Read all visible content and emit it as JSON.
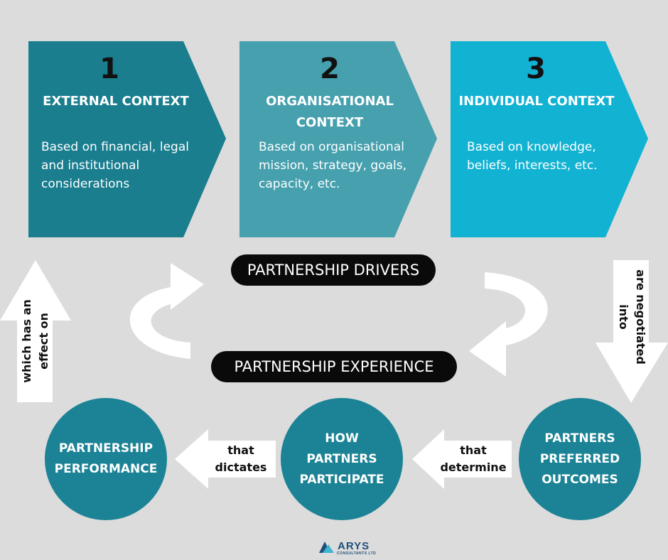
{
  "colors": {
    "background": "#dcdcdc",
    "chevron_1": "#1a7e8f",
    "chevron_2": "#46a0ae",
    "chevron_3": "#12b2d3",
    "circle": "#1b8395",
    "pill": "#0a0a0a",
    "arrow": "#ffffff"
  },
  "contexts": [
    {
      "number": "1",
      "title": "EXTERNAL CONTEXT",
      "desc": "Based on financial, legal and institutional considerations"
    },
    {
      "number": "2",
      "title": "ORGANISATIONAL CONTEXT",
      "desc": "Based on organisational mission, strategy, goals, capacity, etc."
    },
    {
      "number": "3",
      "title": "INDIVIDUAL CONTEXT",
      "desc": "Based on knowledge, beliefs, interests, etc."
    }
  ],
  "drivers_label": "PARTNERSHIP DRIVERS",
  "experience_label": "PARTNERSHIP EXPERIENCE",
  "circles": {
    "performance": "PARTNERSHIP PERFORMANCE",
    "participate": "HOW PARTNERS PARTICIPATE",
    "outcomes": "PARTNERS PREFERRED OUTCOMES"
  },
  "arrows": {
    "negotiated": "are negotiated into",
    "determine": "that determine",
    "dictates": "that dictates",
    "effect": "which has an effect on"
  },
  "logo": {
    "name": "ARYS",
    "sub": "CONSULTANTS LTD",
    "icon": "mountain-icon"
  }
}
